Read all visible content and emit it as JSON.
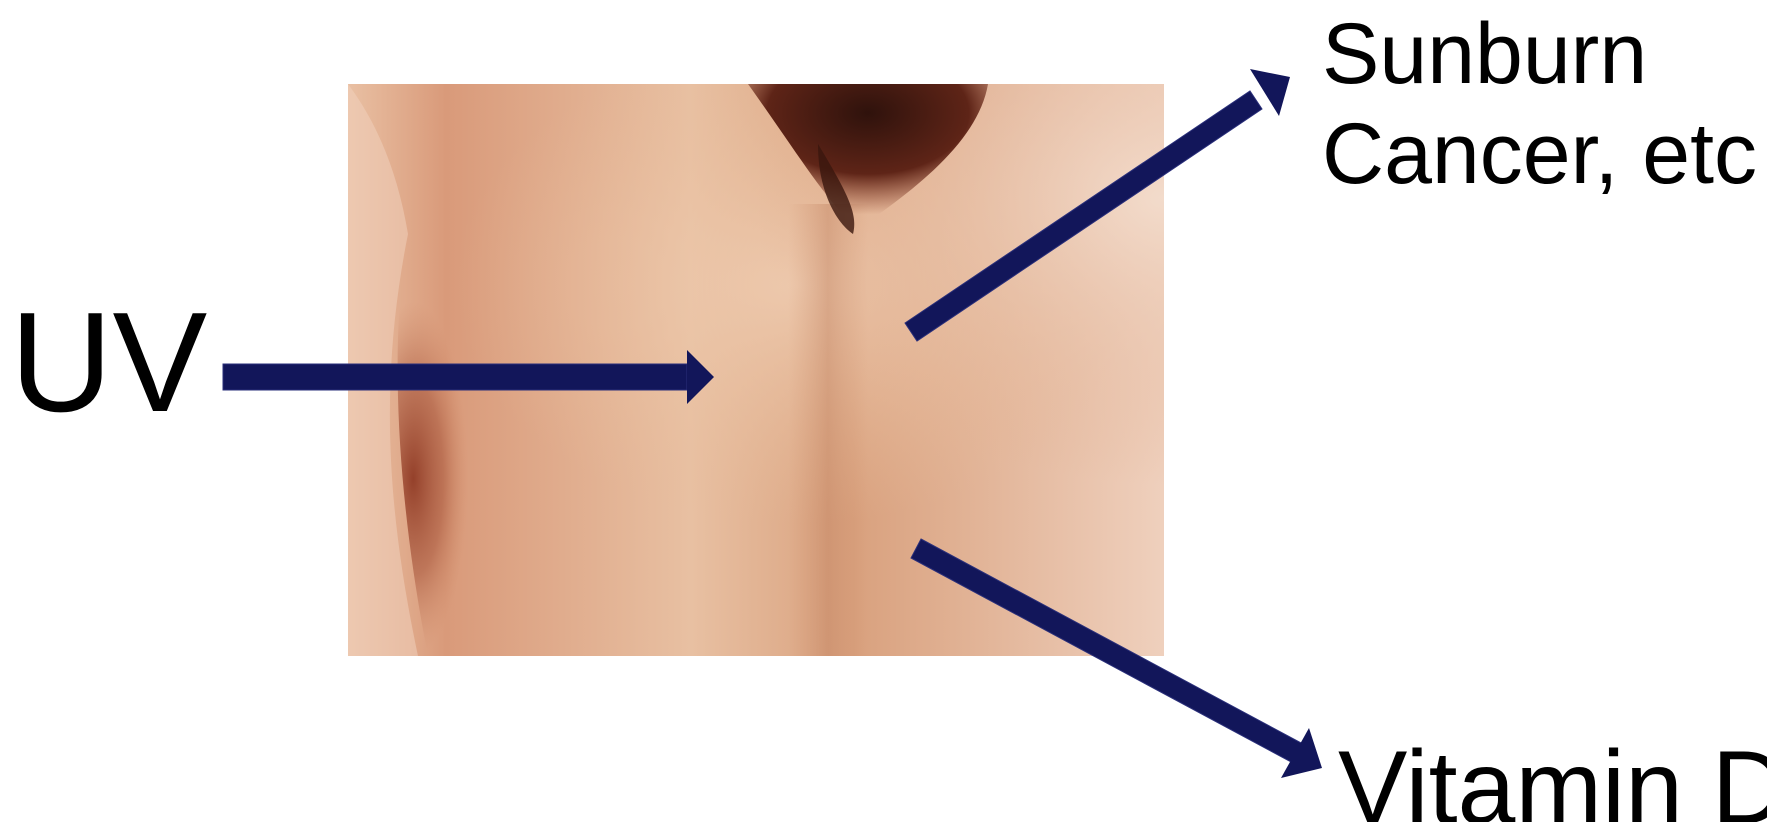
{
  "diagram": {
    "source_label": "UV",
    "effects": {
      "harmful": [
        "Sunburn",
        "Cancer, etc"
      ],
      "beneficial": "Vitamin D"
    },
    "image": {
      "subject": "back-skin-photo"
    },
    "colors": {
      "arrow": "#12165a",
      "text": "#000000",
      "background": "#ffffff",
      "skin_light": "#eccbb0",
      "skin_mid": "#d79d7a",
      "skin_shadow": "#8f3c25",
      "hair": "#5f2316"
    }
  }
}
